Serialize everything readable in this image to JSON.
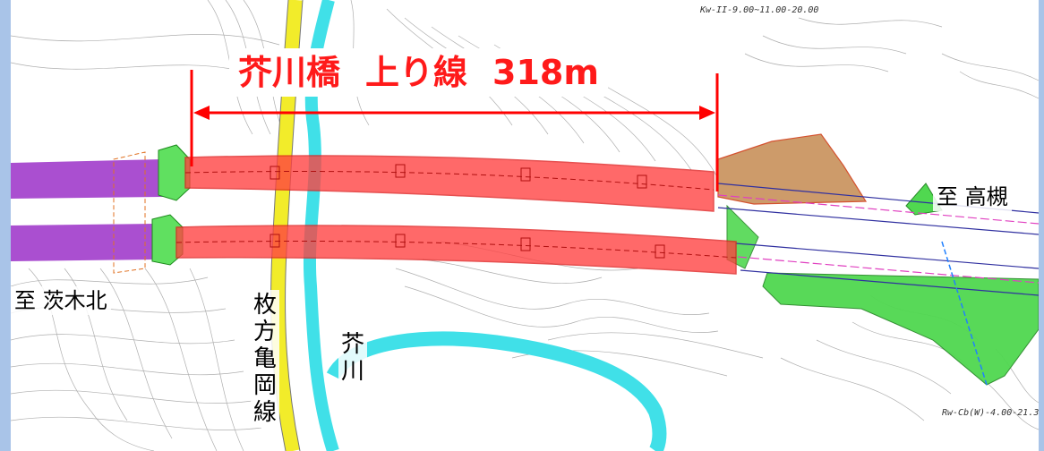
{
  "title": {
    "bridge": "芥川橋",
    "line": "上り線",
    "length": "318m"
  },
  "labels": {
    "to_takatsuki": "至 高槻",
    "to_ibaraki_kita": "至 茨木北",
    "road_name": "枚方亀岡線",
    "river_name": "芥川"
  },
  "annotations": {
    "top_dimension": "Kw-II-9.00~11.00-20.00",
    "bottom_dimension": "Rw-Cb(W)-4.00-21.30"
  },
  "colors": {
    "frame": "#a9c4e8",
    "bridge": "#ff4040",
    "approach": "#9b30c8",
    "title_text": "#ff1a1a",
    "dimension_line": "#ff0000",
    "river": "#40e0e8",
    "road": "#f2ec2a",
    "cut_slope": "#c8915a",
    "fill_slope": "#50d850",
    "alignment": "#3030a0"
  }
}
